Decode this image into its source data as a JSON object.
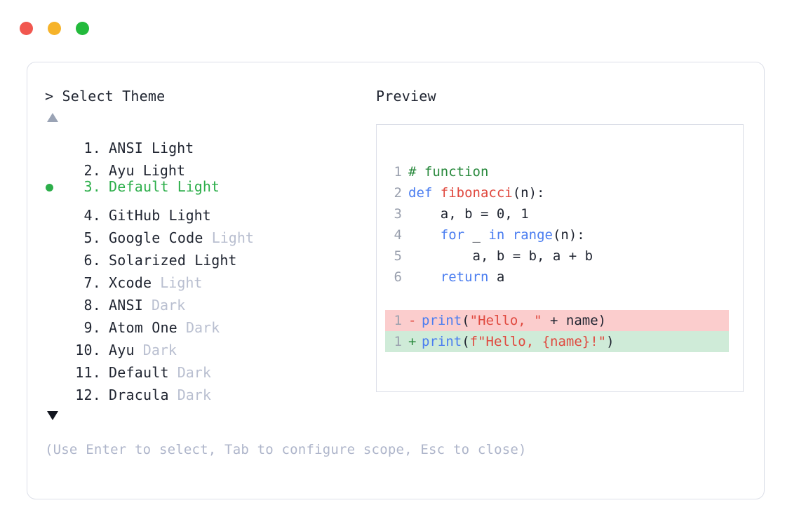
{
  "window": {
    "traffic_lights": [
      {
        "name": "close",
        "color": "#f1574f"
      },
      {
        "name": "minimize",
        "color": "#f6b32a"
      },
      {
        "name": "maximize",
        "color": "#23ba3c"
      }
    ]
  },
  "left_pane": {
    "heading": "> Select Theme",
    "scroll_up_icon": "triangle-up-icon",
    "scroll_down_icon": "triangle-down-icon",
    "selected_index": 3,
    "selected_color": "#2cae4a",
    "muted_color": "#b9bfd0",
    "items": [
      {
        "index": " 1.",
        "name": "ANSI",
        "variant": "Light",
        "variant_muted": false,
        "selected": false
      },
      {
        "index": " 2.",
        "name": "Ayu",
        "variant": "Light",
        "variant_muted": false,
        "selected": false
      },
      {
        "index": " 3.",
        "name": "Default",
        "variant": "Light",
        "variant_muted": false,
        "selected": true
      },
      {
        "index": " 4.",
        "name": "GitHub",
        "variant": "Light",
        "variant_muted": false,
        "selected": false
      },
      {
        "index": " 5.",
        "name": "Google Code",
        "variant": "Light",
        "variant_muted": true,
        "selected": false
      },
      {
        "index": " 6.",
        "name": "Solarized",
        "variant": "Light",
        "variant_muted": false,
        "selected": false
      },
      {
        "index": " 7.",
        "name": "Xcode",
        "variant": "Light",
        "variant_muted": true,
        "selected": false
      },
      {
        "index": " 8.",
        "name": "ANSI",
        "variant": "Dark",
        "variant_muted": true,
        "selected": false
      },
      {
        "index": " 9.",
        "name": "Atom One",
        "variant": "Dark",
        "variant_muted": true,
        "selected": false
      },
      {
        "index": "10.",
        "name": "Ayu",
        "variant": "Dark",
        "variant_muted": true,
        "selected": false
      },
      {
        "index": "11.",
        "name": "Default",
        "variant": "Dark",
        "variant_muted": true,
        "selected": false
      },
      {
        "index": "12.",
        "name": "Dracula",
        "variant": "Dark",
        "variant_muted": true,
        "selected": false
      }
    ]
  },
  "footer": {
    "hint": "(Use Enter to select, Tab to configure scope, Esc to close)"
  },
  "right_pane": {
    "heading": "Preview",
    "code": {
      "lines": [
        {
          "ln": "1",
          "tokens": [
            {
              "t": "# function",
              "c": "comment"
            }
          ]
        },
        {
          "ln": "2",
          "tokens": [
            {
              "t": "def ",
              "c": "keyword"
            },
            {
              "t": "fibonacci",
              "c": "func"
            },
            {
              "t": "(n):",
              "c": "plain"
            }
          ]
        },
        {
          "ln": "3",
          "tokens": [
            {
              "t": "    a, b = ",
              "c": "plain"
            },
            {
              "t": "0",
              "c": "number"
            },
            {
              "t": ", ",
              "c": "plain"
            },
            {
              "t": "1",
              "c": "number"
            }
          ]
        },
        {
          "ln": "4",
          "tokens": [
            {
              "t": "    ",
              "c": "plain"
            },
            {
              "t": "for",
              "c": "keyword"
            },
            {
              "t": " _ ",
              "c": "plain"
            },
            {
              "t": "in",
              "c": "keyword"
            },
            {
              "t": " ",
              "c": "plain"
            },
            {
              "t": "range",
              "c": "builtin"
            },
            {
              "t": "(n):",
              "c": "plain"
            }
          ]
        },
        {
          "ln": "5",
          "tokens": [
            {
              "t": "        a, b = b, a + b",
              "c": "plain"
            }
          ]
        },
        {
          "ln": "6",
          "tokens": [
            {
              "t": "    ",
              "c": "plain"
            },
            {
              "t": "return",
              "c": "keyword"
            },
            {
              "t": " a",
              "c": "plain"
            }
          ]
        }
      ]
    },
    "diff": {
      "removed_bg": "#fbcdcd",
      "added_bg": "#cfebd8",
      "lines": [
        {
          "ln": "1",
          "sign": "-",
          "kind": "removed",
          "tokens": [
            {
              "t": "print",
              "c": "builtin"
            },
            {
              "t": "(",
              "c": "plain"
            },
            {
              "t": "\"Hello, \"",
              "c": "string"
            },
            {
              "t": " + name)",
              "c": "plain"
            }
          ]
        },
        {
          "ln": "1",
          "sign": "+",
          "kind": "added",
          "tokens": [
            {
              "t": "print",
              "c": "builtin"
            },
            {
              "t": "(",
              "c": "plain"
            },
            {
              "t": "f\"Hello, {name}!\"",
              "c": "string"
            },
            {
              "t": ")",
              "c": "plain"
            }
          ]
        }
      ]
    }
  }
}
